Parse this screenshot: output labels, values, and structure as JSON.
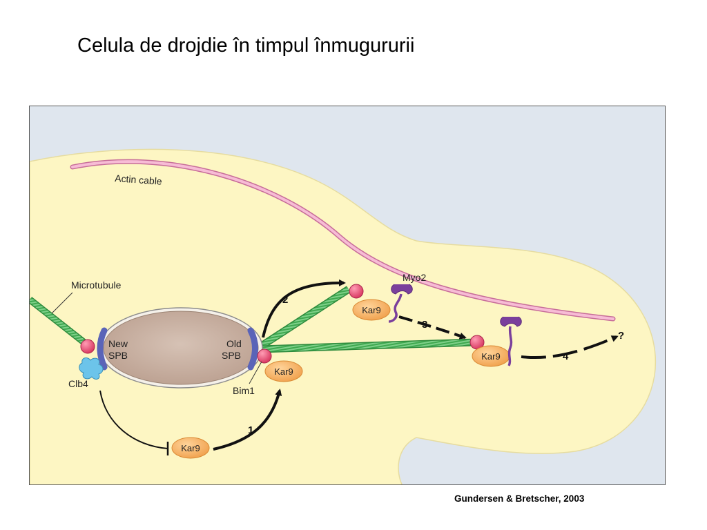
{
  "title": "Celula de drojdie în timpul înmugururii",
  "figure": {
    "labels": {
      "actin_cable": "Actin cable",
      "microtubule": "Microtubule",
      "new_spb_line1": "New",
      "new_spb_line2": "SPB",
      "old_spb_line1": "Old",
      "old_spb_line2": "SPB",
      "clb4": "Clb4",
      "bim1": "Bim1",
      "myo2": "Myo2",
      "kar9": "Kar9",
      "question": "?"
    },
    "steps": [
      "1",
      "2",
      "3",
      "4"
    ],
    "colors": {
      "background": "#dfe6ee",
      "cell": "#fdf6c3",
      "actin": "#f2a6c8",
      "microtubule": "#3fa84f",
      "nucleus": "#c9b2a4",
      "spb": "#6b77c9",
      "kar9": "#f4b568",
      "bim1": "#e0456e",
      "myo2": "#7a3f9c",
      "clb4": "#6cc4ea"
    }
  },
  "citation": "Gundersen & Bretscher, 2003"
}
